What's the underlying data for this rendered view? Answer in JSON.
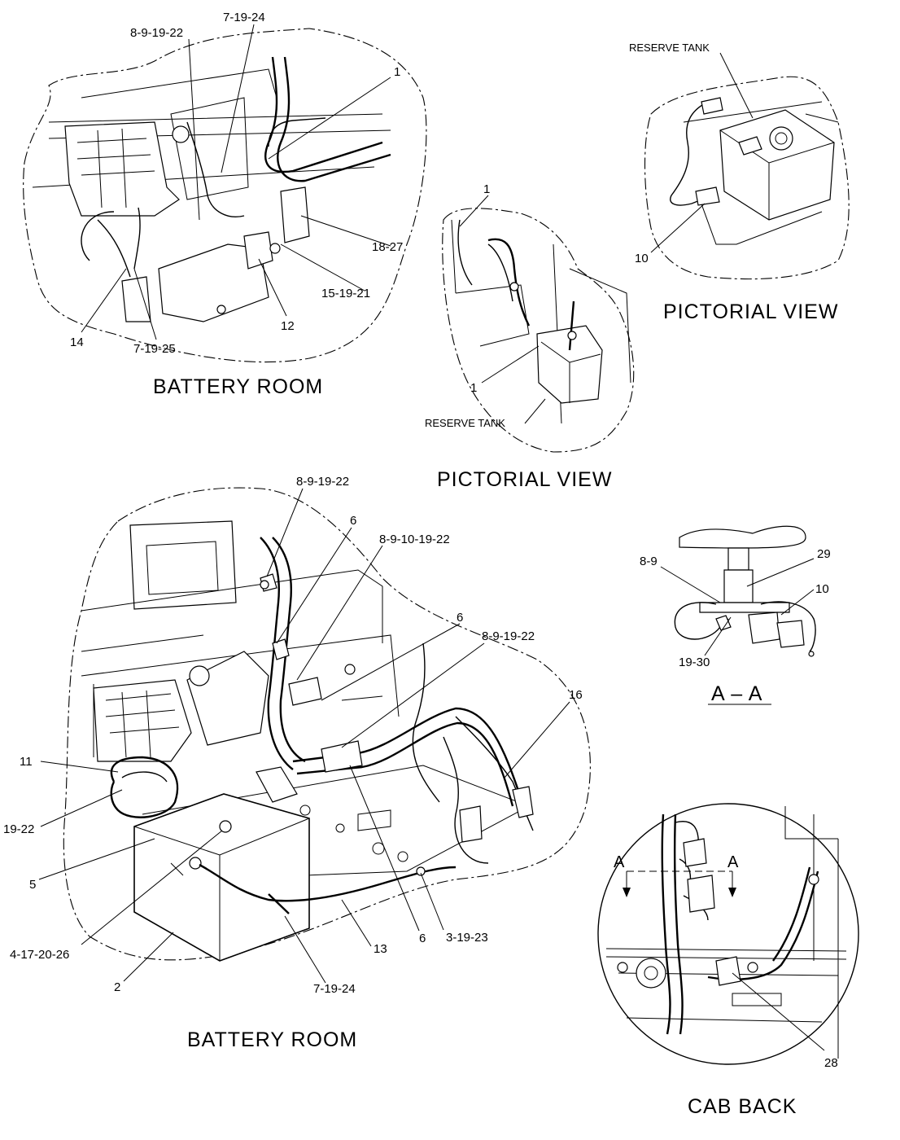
{
  "titles": {
    "battery_room_top": "BATTERY ROOM",
    "pictorial_view_center": "PICTORIAL VIEW",
    "pictorial_view_right": "PICTORIAL VIEW",
    "battery_room_bottom": "BATTERY ROOM",
    "section_aa": "A – A",
    "cab_back": "CAB BACK"
  },
  "labels": {
    "reserve_tank": "RESERVE TANK",
    "section_marker": "A"
  },
  "callouts": {
    "top_left": {
      "c1": "8-9-19-22",
      "c2": "7-19-24",
      "c3": "1",
      "c4": "18-27",
      "c5": "15-19-21",
      "c6": "12",
      "c7": "7-19-25",
      "c8": "14"
    },
    "center": {
      "c1": "1",
      "c2": "1"
    },
    "top_right": {
      "c1": "10"
    },
    "bottom_left": {
      "c1": "8-9-19-22",
      "c2": "6",
      "c3": "8-9-10-19-22",
      "c4": "6",
      "c5": "8-9-19-22",
      "c6": "16",
      "c7": "11",
      "c8": "19-22",
      "c9": "5",
      "c10": "4-17-20-26",
      "c11": "2",
      "c12": "7-19-24",
      "c13": "13",
      "c14": "6",
      "c15": "3-19-23"
    },
    "section": {
      "c1": "8-9",
      "c2": "29",
      "c3": "10",
      "c4": "19-30"
    },
    "cab_back": {
      "c1": "28"
    }
  }
}
